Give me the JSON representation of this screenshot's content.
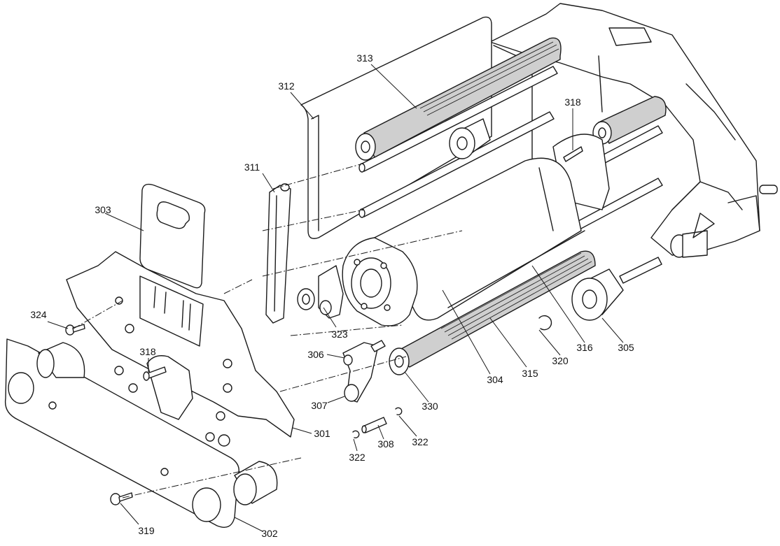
{
  "callouts": {
    "c301": "301",
    "c302": "302",
    "c303": "303",
    "c304": "304",
    "c305": "305",
    "c306": "306",
    "c307": "307",
    "c308": "308",
    "c311": "311",
    "c312": "312",
    "c313": "313",
    "c315": "315",
    "c316": "316",
    "c318a": "318",
    "c318b": "318",
    "c319": "319",
    "c320": "320",
    "c322a": "322",
    "c322b": "322",
    "c323": "323",
    "c324": "324",
    "c330": "330"
  },
  "colors": {
    "line": "#1a1a1a",
    "roller_fill": "#cfcfcf",
    "background": "#ffffff"
  }
}
